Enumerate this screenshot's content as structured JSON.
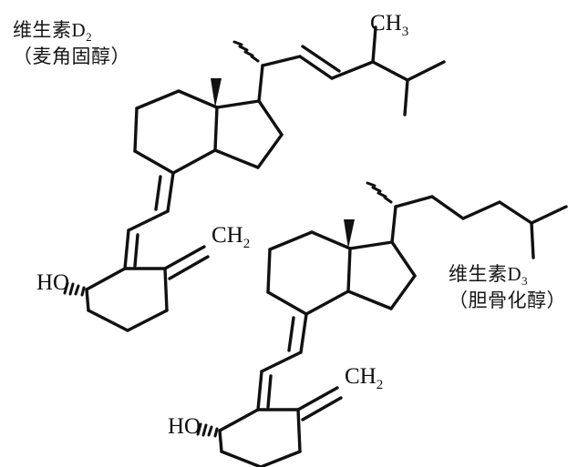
{
  "figure": {
    "background_color": "#ffffff",
    "line_color": "#111111",
    "title": "",
    "molecules": [
      {
        "id": "vitamin-d2",
        "name_cn": "维生素D",
        "name_sub": "2",
        "common_name_cn": "（麦角固醇）",
        "atom_labels": [
          "CH3",
          "CH2",
          "HO"
        ]
      },
      {
        "id": "vitamin-d3",
        "name_cn": "维生素D",
        "name_sub": "3",
        "common_name_cn": "（胆骨化醇）",
        "atom_labels": [
          "CH2",
          "HO"
        ]
      }
    ]
  },
  "labels": {
    "d2_name": "维生素D",
    "d2_sub": "2",
    "d2_common": "（麦角固醇）",
    "d3_name": "维生素D",
    "d3_sub": "3",
    "d3_common": "（胆骨化醇）"
  },
  "atoms": {
    "ch3_top": "CH",
    "ch3_top_sub": "3",
    "ch2_d2": "CH",
    "ch2_d2_sub": "2",
    "ho_d2": "HO",
    "ch2_d3": "CH",
    "ch2_d3_sub": "2",
    "ho_d3": "HO"
  }
}
